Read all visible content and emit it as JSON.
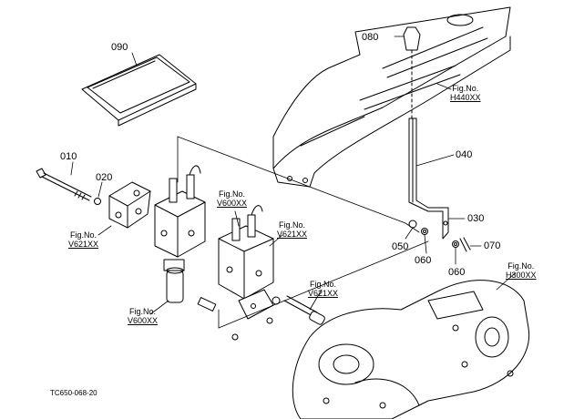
{
  "parts": {
    "p090": "090",
    "p080": "080",
    "p010": "010",
    "p020": "020",
    "p040": "040",
    "p030": "030",
    "p050": "050",
    "p060a": "060",
    "p060b": "060",
    "p070": "070"
  },
  "figrefs": {
    "h440": {
      "line1": "Fig.No.",
      "line2": "H440XX"
    },
    "v600_top": {
      "line1": "Fig.No.",
      "line2": "V600XX"
    },
    "v621_mid": {
      "line1": "Fig.No.",
      "line2": "V621XX"
    },
    "v621_left": {
      "line1": "Fig.No.",
      "line2": "V621XX"
    },
    "v621_low": {
      "line1": "Fig.No.",
      "line2": "V621XX"
    },
    "v600_left": {
      "line1": "Fig.No.",
      "line2": "V600XX"
    },
    "h300": {
      "line1": "Fig.No.",
      "line2": "H300XX"
    }
  },
  "drawing_code": "TC650-068-20"
}
